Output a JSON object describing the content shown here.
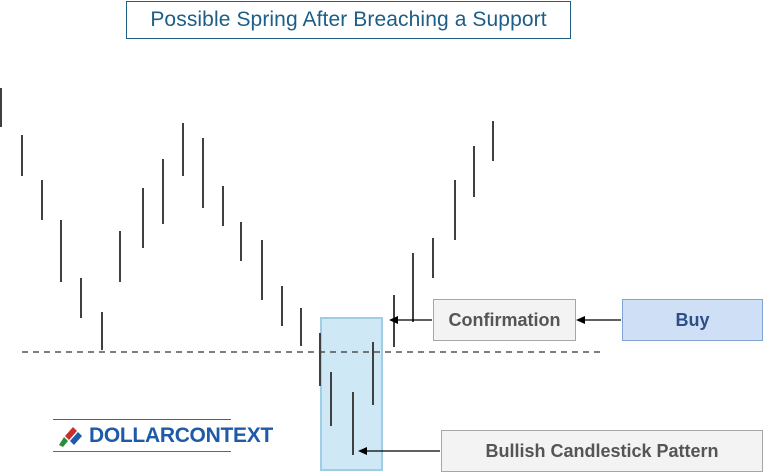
{
  "title": "Possible Spring After Breaching a Support",
  "labels": {
    "confirmation": "Confirmation",
    "buy": "Buy",
    "bullish_pattern": "Bullish Candlestick Pattern"
  },
  "logo": {
    "text_part1": "DOLLAR",
    "text_part2": "CONTEXT",
    "icon": "pencil-chart-icon"
  },
  "colors": {
    "title": "#1c5e86",
    "highlight_fill": "#cfe8f5",
    "highlight_border": "#9fcde6",
    "buy_fill": "#cfe0f6",
    "bar": "#404040",
    "support_line": "#333333"
  },
  "support_line_style": "dashed"
}
